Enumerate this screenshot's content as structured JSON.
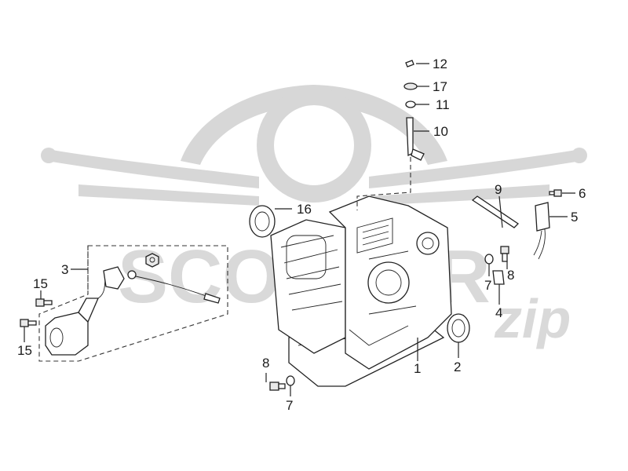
{
  "callouts": {
    "c1": "1",
    "c2": "2",
    "c3": "3",
    "c4": "4",
    "c5": "5",
    "c6": "6",
    "c7a": "7",
    "c7b": "7",
    "c8a": "8",
    "c8b": "8",
    "c9": "9",
    "c10": "10",
    "c11": "11",
    "c12": "12",
    "c15a": "15",
    "c15b": "15",
    "c16": "16",
    "c17": "17"
  },
  "watermark": {
    "word": "SCOOTER",
    "script": "zip"
  }
}
